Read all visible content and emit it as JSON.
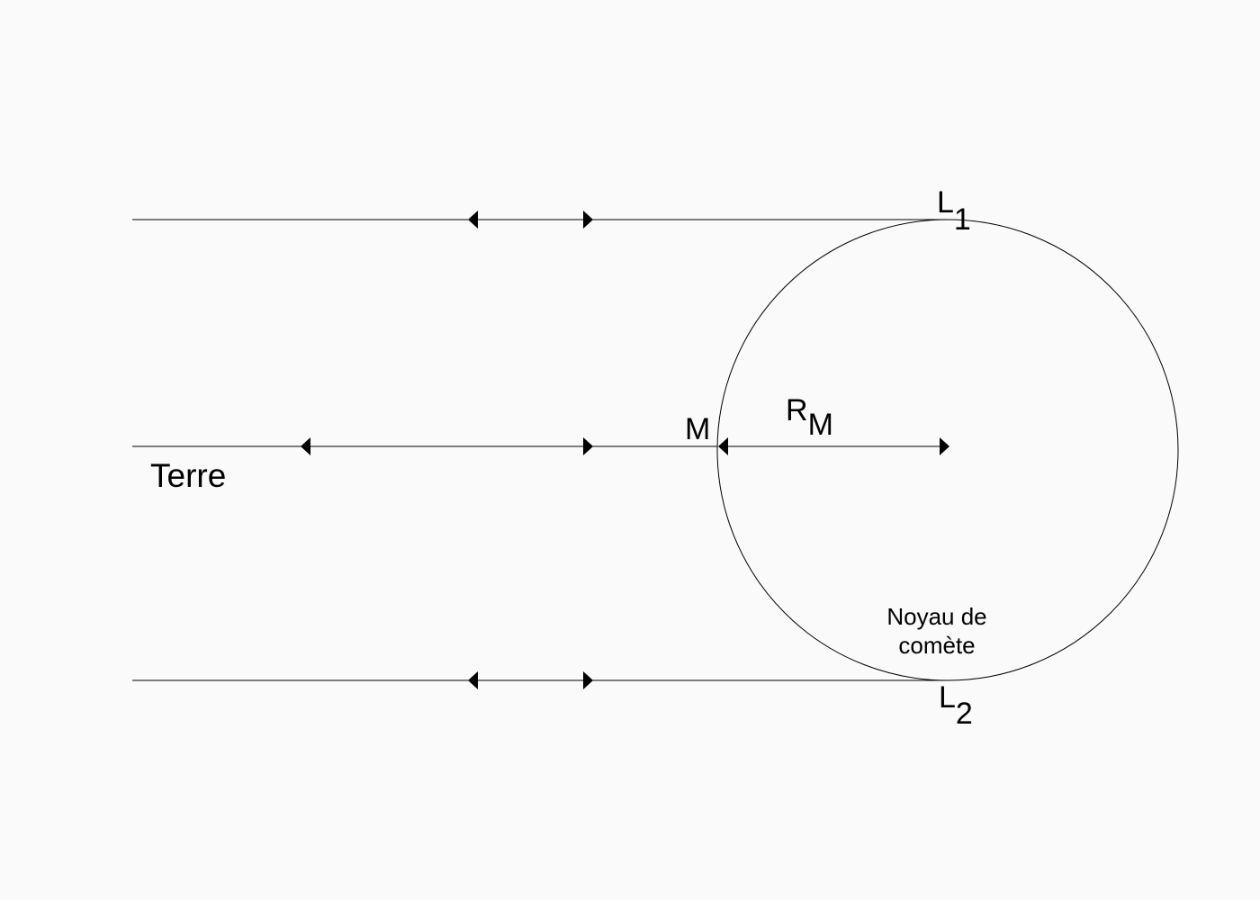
{
  "labels": {
    "earth": "Terre",
    "point_m": "M",
    "radius_main": "R",
    "radius_sub": "M",
    "l1_main": "L",
    "l1_sub": "1",
    "l2_main": "L",
    "l2_sub": "2",
    "nucleus_line1": "Noyau de",
    "nucleus_line2": "comète"
  },
  "colors": {
    "background": "#fafafa",
    "stroke": "#000000"
  }
}
